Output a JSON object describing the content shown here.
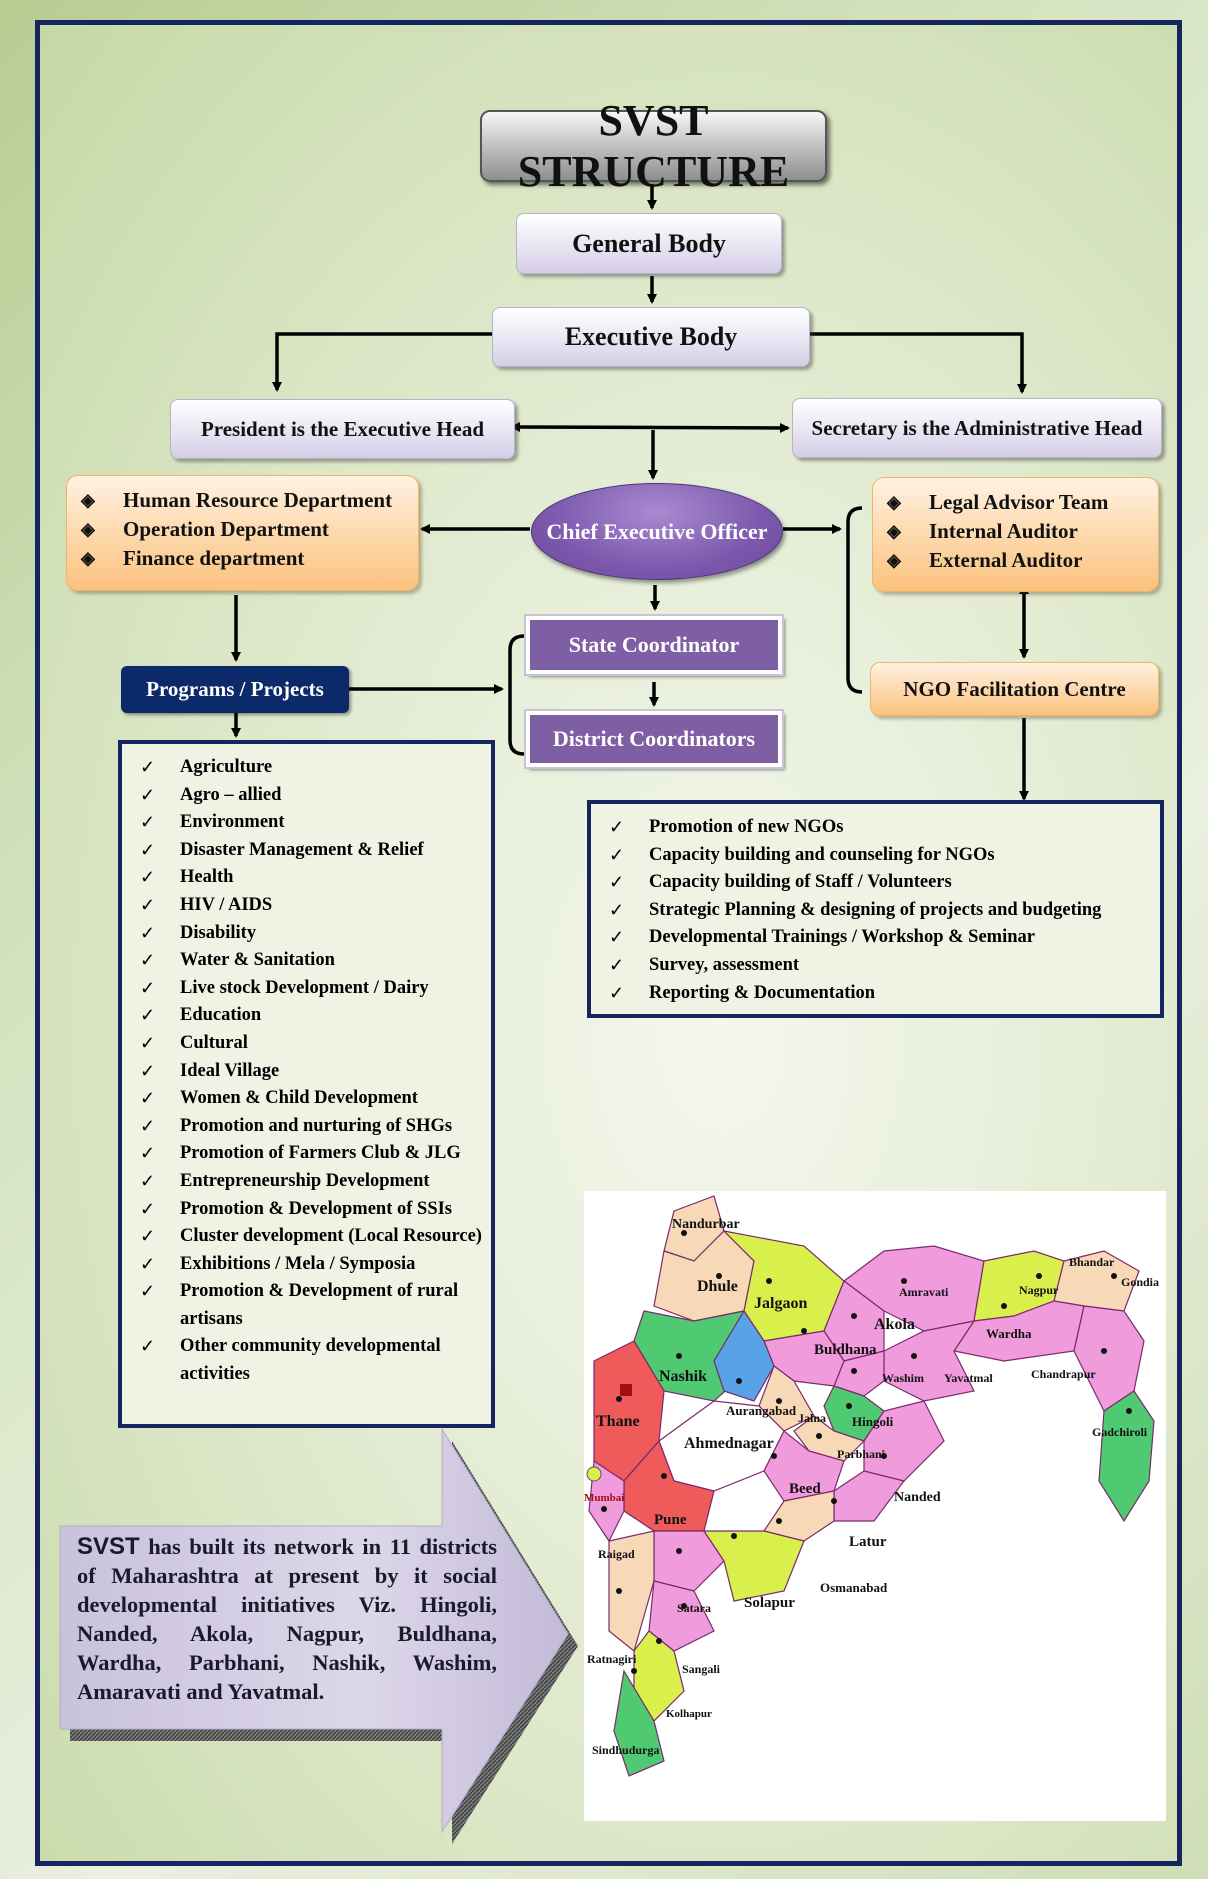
{
  "title": "SVST STRUCTURE",
  "general_body": "General Body",
  "executive_body": "Executive Body",
  "president": "President is the Executive Head",
  "secretary": "Secretary is the Administrative Head",
  "ceo": "Chief Executive Officer",
  "left_departments": [
    "Human Resource Department",
    "Operation Department",
    "Finance department"
  ],
  "right_team": [
    "Legal Advisor Team",
    "Internal Auditor",
    "External Auditor"
  ],
  "state_coordinator": "State Coordinator",
  "district_coordinators": "District Coordinators",
  "programs_projects": "Programs / Projects",
  "ngo_facilitation": "NGO Facilitation Centre",
  "programs_list": [
    "Agriculture",
    "Agro – allied",
    "Environment",
    "Disaster Management & Relief",
    "Health",
    "HIV / AIDS",
    "Disability",
    "Water & Sanitation",
    "Live stock Development / Dairy",
    "Education",
    "Cultural",
    "Ideal Village",
    "Women & Child Development",
    "Promotion and nurturing of  SHGs",
    "Promotion of Farmers Club & JLG",
    "Entrepreneurship Development",
    "Promotion & Development of SSIs",
    "Cluster development (Local Resource)",
    "Exhibitions / Mela / Symposia",
    "Promotion & Development of rural artisans",
    "Other community developmental activities"
  ],
  "ngo_services": [
    "Promotion of new NGOs",
    "Capacity building and counseling for NGOs",
    "Capacity building of Staff  / Volunteers",
    "Strategic Planning & designing of projects and budgeting",
    "Developmental Trainings / Workshop & Seminar",
    "Survey, assessment",
    "Reporting & Documentation"
  ],
  "network_note": {
    "lead": "SVST",
    "text": " has built its network in 11 districts of Maharashtra at present by it social developmental initiatives Viz. Hingoli, Nanded, Akola, Nagpur, Buldhana, Wardha, Parbhani, Nashik, Washim, Amaravati and Yavatmal."
  },
  "map_labels": {
    "nandurbar": "Nandurbar",
    "dhule": "Dhule",
    "jalgaon": "Jalgaon",
    "amravati": "Amravati",
    "akola": "Akola",
    "nagpur": "Nagpur",
    "bhandar": "Bhandar",
    "gondia": "Gondia",
    "wardha": "Wardha",
    "nashik": "Nashik",
    "buldhana": "Buldhana",
    "washim": "Washim",
    "yavatmal": "Yavatmal",
    "chandrapur": "Chandrapur",
    "thane": "Thane",
    "aurangabad": "Aurangabad",
    "jalna": "Jalna",
    "hingoli": "Hingoli",
    "gadchiroli": "Gadchiroli",
    "ahmednagar": "Ahmednagar",
    "parbhani": "Parbhani",
    "beed": "Beed",
    "nanded": "Nanded",
    "mumbai": "Mumbai",
    "pune": "Pune",
    "raigad": "Raigad",
    "latur": "Latur",
    "osmanabad": "Osmanabad",
    "satara": "Satara",
    "solapur": "Solapur",
    "ratnagiri": "Ratnagiri",
    "sangali": "Sangali",
    "kolhapur": "Kolhapur",
    "sindhudurga": "Sindhudurga"
  },
  "colors": {
    "frame": "#16245f",
    "lavender_box": "#e7e2f1",
    "orange_box": "#fdd7a9",
    "purple_box": "#7f5fa3",
    "ceo_ellipse": "#7c59ad",
    "programs_button": "#0c2a6a"
  }
}
